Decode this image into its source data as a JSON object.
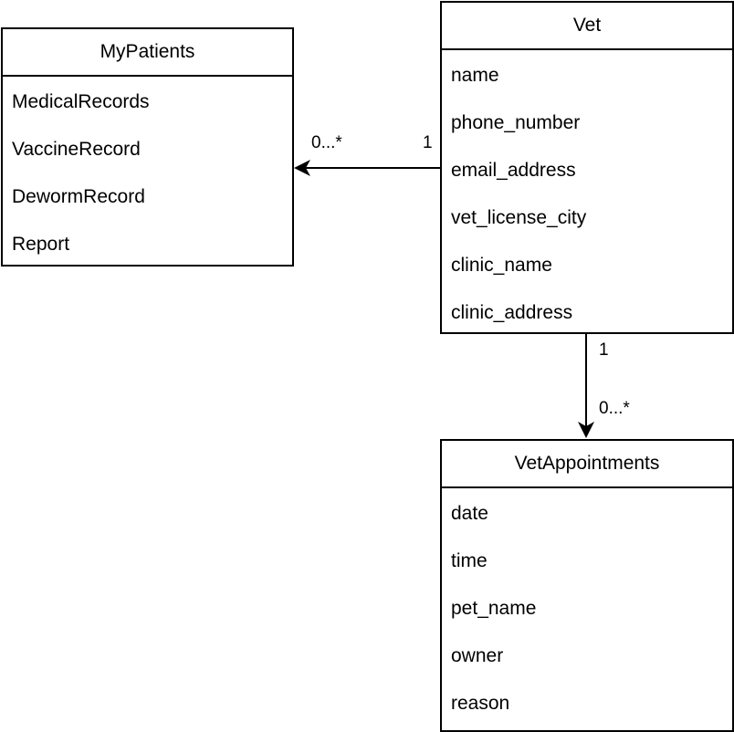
{
  "classes": {
    "mypatients": {
      "name": "MyPatients",
      "attributes": [
        "MedicalRecords",
        "VaccineRecord",
        "DewormRecord",
        "Report"
      ]
    },
    "vet": {
      "name": "Vet",
      "attributes": [
        "name",
        "phone_number",
        "email_address",
        "vet_license_city",
        "clinic_name",
        "clinic_address"
      ]
    },
    "vetappointments": {
      "name": "VetAppointments",
      "attributes": [
        "date",
        "time",
        "pet_name",
        "owner",
        "reason"
      ]
    }
  },
  "associations": {
    "vet_to_mypatients": {
      "source_multiplicity": "1",
      "target_multiplicity": "0...*"
    },
    "vet_to_vetappointments": {
      "source_multiplicity": "1",
      "target_multiplicity": "0...*"
    }
  },
  "colors": {
    "line": "#000000",
    "background": "#ffffff"
  }
}
